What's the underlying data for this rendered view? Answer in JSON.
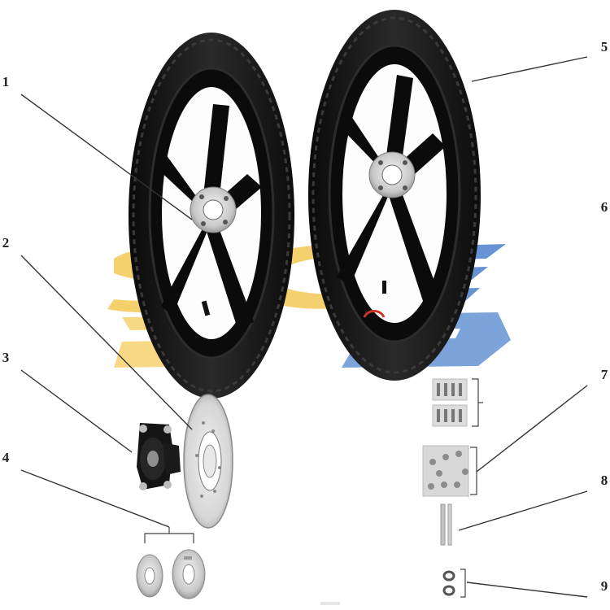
{
  "callouts": {
    "c1": "1",
    "c2": "2",
    "c3": "3",
    "c4": "4",
    "c5": "5",
    "c6": "6",
    "c7": "7",
    "c8": "8",
    "c9": "9"
  },
  "colors": {
    "tire": "#1c1c1c",
    "rim": "#0b0b0b",
    "hub_metal": "#c9c9c9",
    "leader_line": "#333333",
    "watermark_yellow": "#f3c54a",
    "watermark_blue": "#3f78c9",
    "rim_decal": "#d0342c"
  }
}
